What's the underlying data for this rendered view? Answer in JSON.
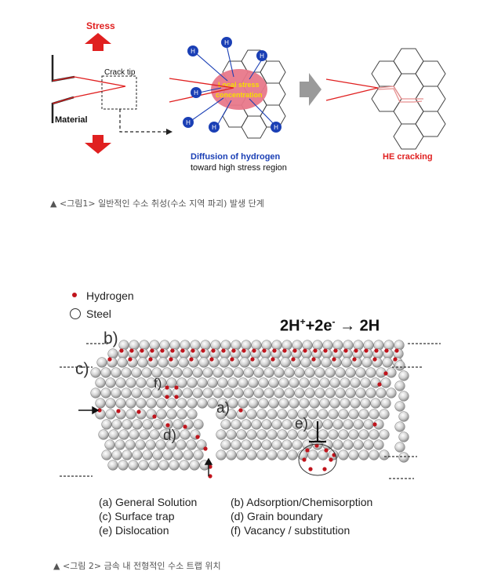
{
  "figure1": {
    "stress_label": "Stress",
    "crack_tip_label": "Crack tip",
    "material_label": "Material",
    "h_label": "H",
    "local_stress_line1": "Local stress",
    "local_stress_line2": "concentration",
    "diffusion_title": "Diffusion  of hydrogen",
    "diffusion_subtitle": "toward high stress region",
    "he_cracking_label": "HE cracking",
    "colors": {
      "stress_red": "#e02020",
      "hydrogen_blue": "#1a3fb5",
      "arrow_gray": "#9a9a9a",
      "hotspot": "#e8788a",
      "hotspot_text": "#f5e000"
    }
  },
  "caption1": "▲ <그림1> 일반적인 수소 취성(수소 지역 파괴) 발생 단계",
  "figure2": {
    "legend": {
      "hydrogen": "Hydrogen",
      "steel": "Steel"
    },
    "equation": {
      "lhs": "2H",
      "sup1": "+",
      "mid": "+2e",
      "sup2": "-",
      "arrow": " → ",
      "rhs": "2H"
    },
    "marks": {
      "b": "b)",
      "c": "c)",
      "f": "f)",
      "a": "a)",
      "d": "d)",
      "e": "e)"
    },
    "key": {
      "a": "(a) General Solution",
      "b": "(b) Adsorption/Chemisorption",
      "c": "(c) Surface trap",
      "d": "(d) Grain boundary",
      "e": "(e) Dislocation",
      "f": "(f) Vacancy / substitution"
    },
    "colors": {
      "hydrogen_red": "#c0141c",
      "atom_gray": "#c8c8c8"
    }
  },
  "caption2": "▲ <그림 2> 금속 내 전형적인 수소 트랩 위치"
}
